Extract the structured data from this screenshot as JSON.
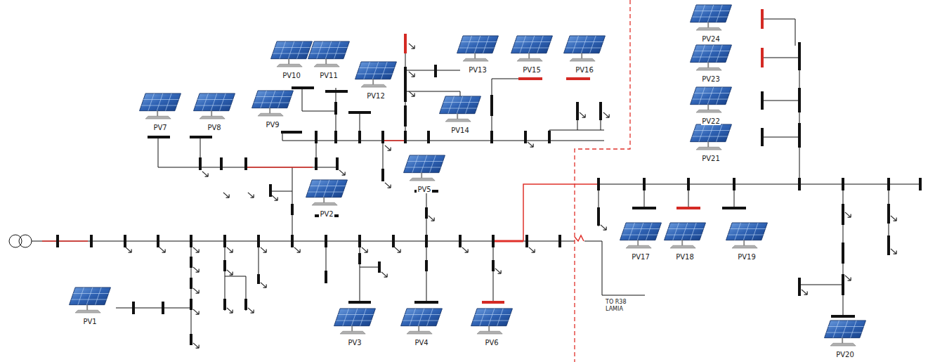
{
  "diagram": {
    "nodes": [
      {
        "text": [
          "PV1"
        ]
      },
      {
        "text": [
          "PV2"
        ]
      },
      {
        "text": [
          "PV3"
        ]
      },
      {
        "text": [
          "PV4"
        ]
      },
      {
        "text": [
          "PV5"
        ]
      },
      {
        "text": [
          "PV6"
        ]
      },
      {
        "text": [
          "PV7"
        ]
      },
      {
        "text": [
          "PV8"
        ]
      },
      {
        "text": [
          "PV9"
        ]
      },
      {
        "text": [
          "PV10"
        ]
      },
      {
        "text": [
          "PV11"
        ]
      },
      {
        "text": [
          "PV12"
        ]
      },
      {
        "text": [
          "PV13"
        ]
      },
      {
        "text": [
          "PV14"
        ]
      },
      {
        "text": [
          "PV15"
        ]
      },
      {
        "text": [
          "PV16"
        ]
      },
      {
        "text": [
          "PV17"
        ]
      },
      {
        "text": [
          "PV18"
        ]
      },
      {
        "text": [
          "PV19"
        ]
      },
      {
        "text": [
          "PV20"
        ]
      },
      {
        "text": [
          "PV21"
        ]
      },
      {
        "text": [
          "PV22"
        ]
      },
      {
        "text": [
          "PV23"
        ]
      },
      {
        "text": [
          "PV24"
        ]
      }
    ],
    "labels": [
      "TO R38 LAMIA"
    ]
  }
}
